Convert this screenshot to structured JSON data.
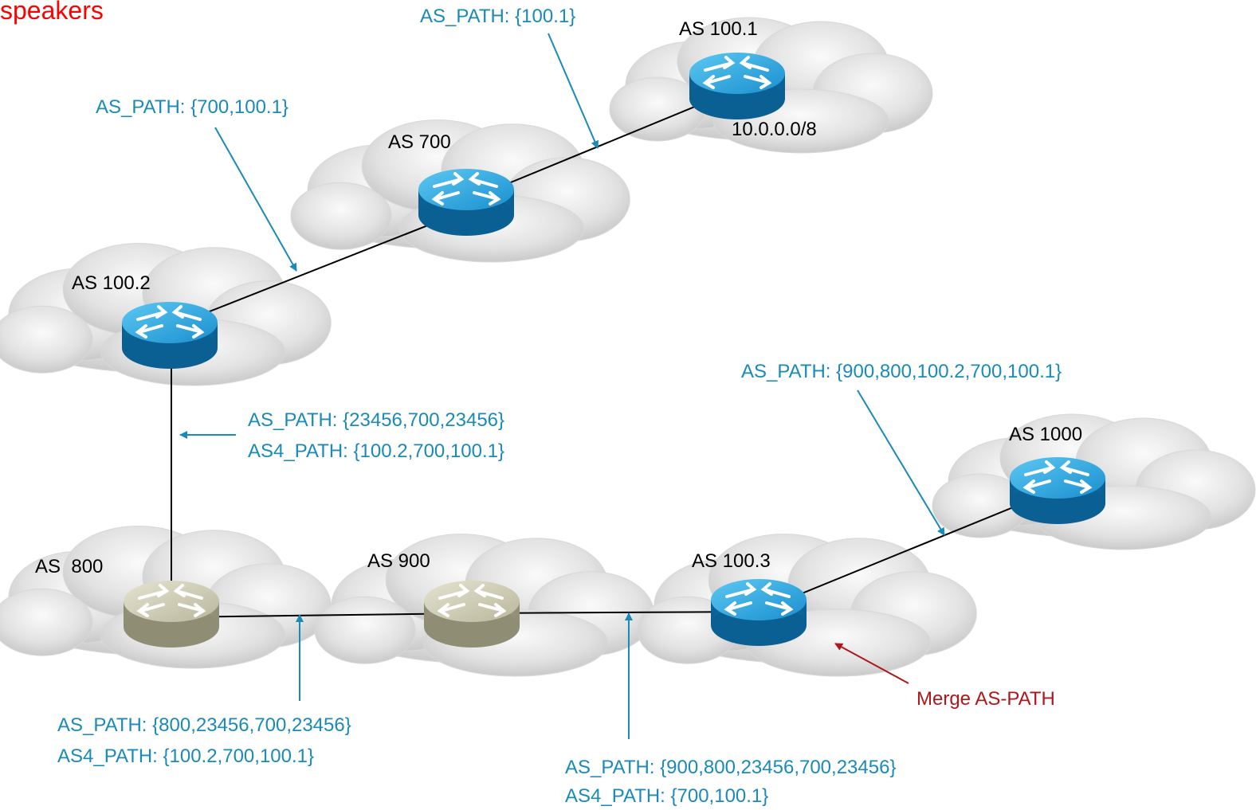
{
  "title": "speakers",
  "colors": {
    "annotation": "#1a8ab8",
    "title": "#ff0000",
    "note": "#b0171a",
    "router_4byte": "#1a9fd6",
    "router_2byte": "#c9c7b0"
  },
  "nodes": {
    "as100_1": {
      "label": "AS 100.1",
      "prefix": "10.0.0.0/8",
      "router_type": "4-byte"
    },
    "as700": {
      "label": "AS 700",
      "router_type": "4-byte"
    },
    "as100_2": {
      "label": "AS 100.2",
      "router_type": "4-byte"
    },
    "as800": {
      "label": "AS  800",
      "router_type": "2-byte"
    },
    "as900": {
      "label": "AS 900",
      "router_type": "2-byte"
    },
    "as100_3": {
      "label": "AS 100.3",
      "router_type": "4-byte"
    },
    "as1000": {
      "label": "AS 1000",
      "router_type": "4-byte"
    }
  },
  "annotations": {
    "a1": {
      "line1": "AS_PATH: {100.1}"
    },
    "a2": {
      "line1": "AS_PATH: {700,100.1}"
    },
    "a3": {
      "line1": "AS_PATH: {23456,700,23456}",
      "line2": "AS4_PATH: {100.2,700,100.1}"
    },
    "a4": {
      "line1": "AS_PATH: {800,23456,700,23456}",
      "line2": "AS4_PATH: {100.2,700,100.1}"
    },
    "a5": {
      "line1": "AS_PATH: {900,800,23456,700,23456}",
      "line2": "AS4_PATH: {700,100.1}"
    },
    "a6": {
      "line1": "AS_PATH: {900,800,100.2,700,100.1}"
    }
  },
  "note": "Merge AS-PATH"
}
